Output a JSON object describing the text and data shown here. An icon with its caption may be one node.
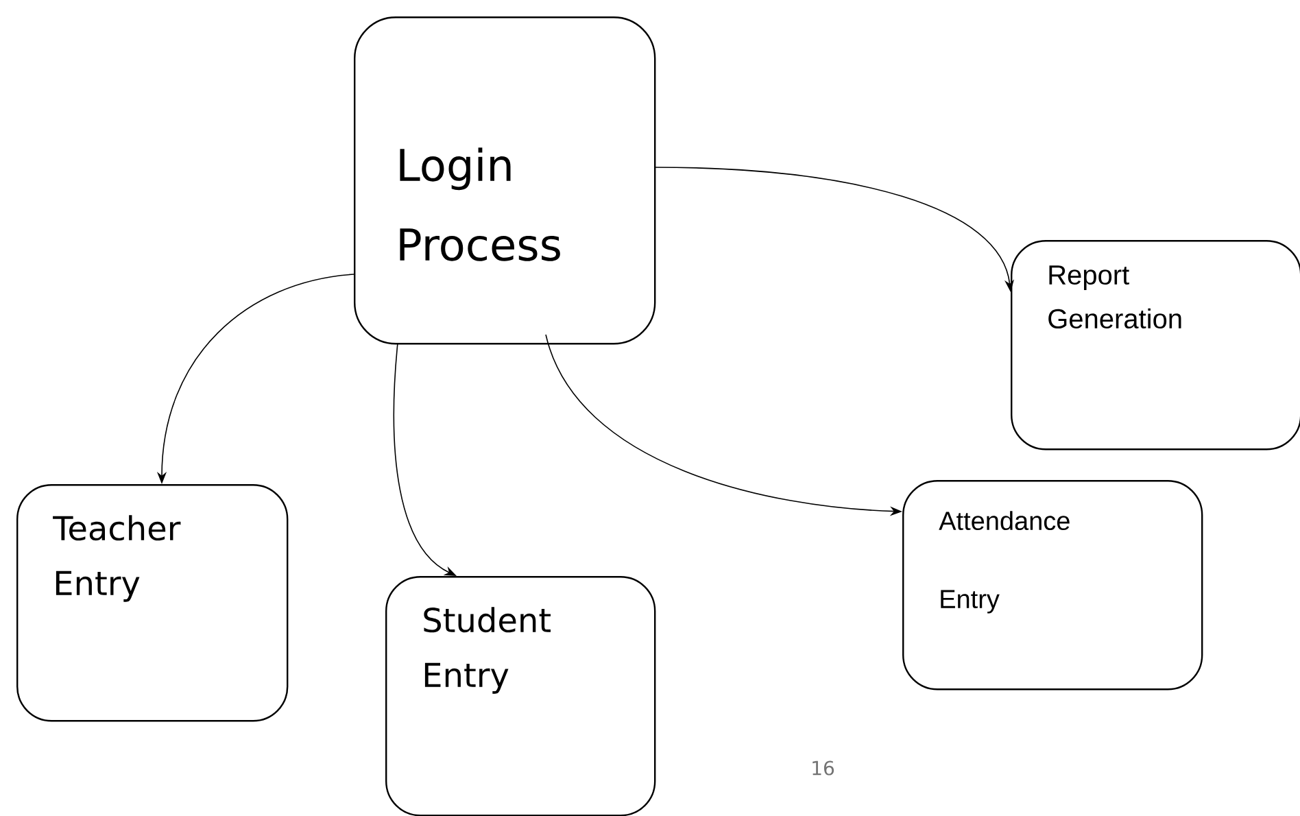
{
  "diagram": {
    "nodes": [
      {
        "text": [
          "Login Process"
        ]
      },
      {
        "text": [
          "Report Generation"
        ]
      },
      {
        "text": [
          "Teacher Entry"
        ]
      },
      {
        "text": [
          "Student Entry"
        ]
      },
      {
        "text": [
          "Attendance Entry"
        ]
      }
    ],
    "edges": [
      {
        "from": 0,
        "to": 1,
        "arrow": "to"
      },
      {
        "from": 0,
        "to": 2,
        "arrow": "to"
      },
      {
        "from": 0,
        "to": 3,
        "arrow": "to"
      },
      {
        "from": 0,
        "to": 4,
        "arrow": "to"
      }
    ],
    "labels": [
      "16"
    ]
  }
}
